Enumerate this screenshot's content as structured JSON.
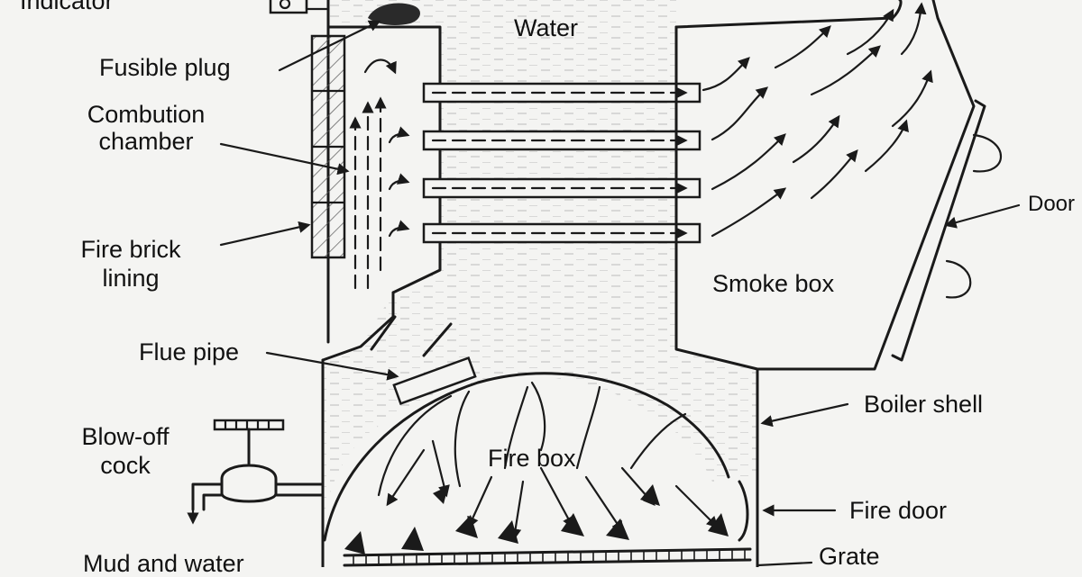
{
  "labels": {
    "indicator": "Indicator",
    "water": "Water",
    "fusible_plug": "Fusible plug",
    "combustion_chamber_1": "Combution",
    "combustion_chamber_2": "chamber",
    "fire_brick_1": "Fire brick",
    "fire_brick_2": "lining",
    "door": "Door",
    "smoke_box": "Smoke box",
    "flue_pipe": "Flue pipe",
    "boiler_shell": "Boiler shell",
    "blow_off_1": "Blow-off",
    "blow_off_2": "cock",
    "fire_box": "Fire box",
    "fire_door": "Fire door",
    "mud_water": "Mud and water",
    "grate": "Grate"
  },
  "colors": {
    "ink": "#1a1a1a",
    "paper": "#f4f4f2",
    "water_texture": "#bdbdbd"
  }
}
